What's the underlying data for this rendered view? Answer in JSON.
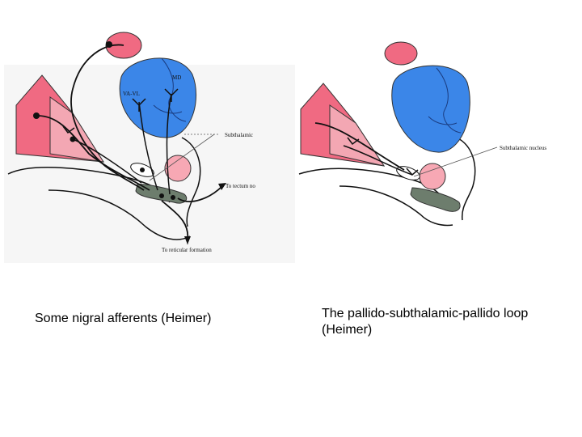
{
  "colors": {
    "thalamus": "#3b86e8",
    "cortex": "#f06a82",
    "cortex_light": "#f3a7b3",
    "subthalamic": "#f7a8b4",
    "nigra": "#6d7d6d",
    "line": "#111111"
  },
  "left_figure": {
    "labels": {
      "md": "MD",
      "vavl": "VA-VL",
      "subthalamic": "Subthalamic",
      "tectum": "To tectum no",
      "reticular": "To reticular formation"
    },
    "caption": "Some nigral afferents (Heimer)"
  },
  "right_figure": {
    "labels": {
      "subthalamic": "Subthalamic nucleus"
    },
    "caption": "The pallido-subthalamic-pallido loop (Heimer)"
  }
}
